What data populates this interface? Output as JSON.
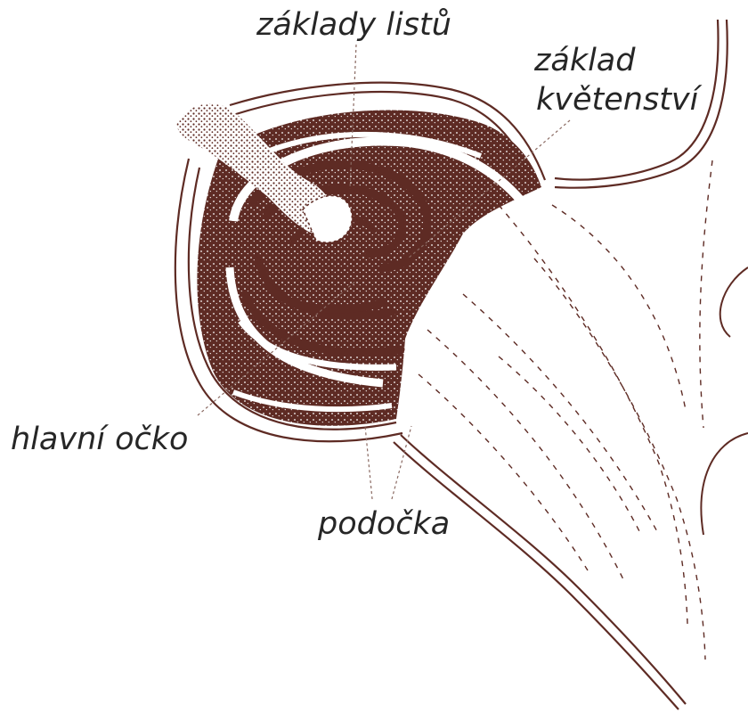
{
  "labels": {
    "leaf_bases": "základy listů",
    "inflorescence_base_line1": "základ",
    "inflorescence_base_line2": "květenství",
    "main_bud": "hlavní očko",
    "sub_buds": "podočka"
  },
  "colors": {
    "ink": "#5e2b24",
    "label": "#262626",
    "leader": "#8a6a62",
    "background": "#ffffff"
  }
}
